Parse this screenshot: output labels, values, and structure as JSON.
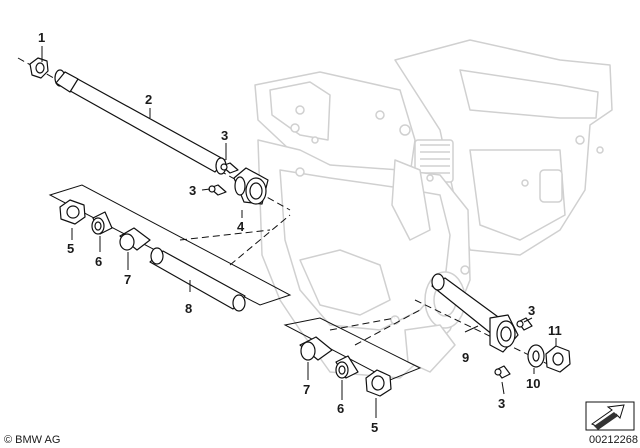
{
  "callouts": {
    "n1": "1",
    "n2": "2",
    "n3a": "3",
    "n3b": "3",
    "n4": "4",
    "n5a": "5",
    "n6a": "6",
    "n7a": "7",
    "n8": "8",
    "n9": "9",
    "n3c": "3",
    "n11": "11",
    "n10": "10",
    "n3d": "3",
    "n7b": "7",
    "n6b": "6",
    "n5b": "5"
  },
  "footer": {
    "copyright": "© BMW AG",
    "image_number": "00212268"
  }
}
